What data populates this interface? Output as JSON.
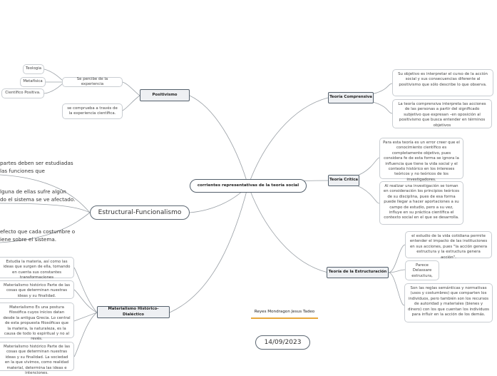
{
  "center": {
    "label": "corrientes representativas de la teoría social"
  },
  "author": "Reyes Mondragon Jesus Tadeo",
  "date": "14/09/2023",
  "positivismo": {
    "label": "Positivismo",
    "experiencia": "Se percibe de la experiencia",
    "teologia": "Teologia",
    "metafisica": "Metafísica",
    "cientifico": "Científico Positiva.",
    "comprueba": "se comprueba a través de la experiencia científica."
  },
  "estructural": {
    "label": "Estructural-Funcionalismo",
    "text1a": "partes deben ser estudiadas",
    "text1b": "las funciones que",
    "text2a": "lguna de ellas sufre algún",
    "text2b": "do el sistema se ve afectado.",
    "text3a": "efecto que cada costumbre o",
    "text3b": "iene sobre el sistema."
  },
  "materialismo": {
    "label": "Materialismo Histórico-Dialéctico",
    "t1": "Estudia la materia, así como las ideas que surgen de ella, tomando en cuenta sus constantes transformaciones",
    "t2": "Materialismo histórico Parte de las cosas que determinan nuestras ideas y su finalidad.",
    "t3": "Materialismo Es una postura filosófica cuyos inicios datan desde la antigua Grecia. Lo central de esta propuesta filosóficas que la materia, la naturaleza, es la causa de todo lo espiritual y no al revés.",
    "t4": "Materialismo histórico Parte de las cosas que determinan nuestras ideas y su finalidad. La sociedad en la que vivimos, como realidad material, determina las ideas e intenciones."
  },
  "comprensiva": {
    "label": "Teoría Comprensiva",
    "t1": "Su objetivo es interpretar el curso de la acción social y sus consecuencias diferente al positivismo que sólo describe lo que observa.",
    "t2": "La teoría comprensiva interpreta las acciones de las personas a partir del significado subjetivo que expresan –en oposición al positivismo que busca entender en términos objetivos"
  },
  "critica": {
    "label": "Teoría Crítica",
    "t1": "Para esta teoría es un error creer que el conocimiento científico es completamente objetivo, pues considera fe de esta forma se ignora la influencia que tiene la vida social y el contexto histórico en los intereses teóricos y no teóricos de los investigadores.",
    "t2": "Al realizar una investigación se toman en consideración los principios teóricos de su disciplina, pues de esa forma puede llegar a hacer aportaciones a su campo de estudio, pero a su vez, influye en su práctica científica el contexto social en el que se desarrolla."
  },
  "estructuracion": {
    "label": "Teoría de la Estructuración",
    "t1": "el estudio de la vida cotidiana permite entender el impacto de las instituciones en sus acciones, pues \"la acción genera estructura y la estructura genera acción\".",
    "t2": "Parece Delassare estructura,",
    "t3": "Son las reglas semánticas y normativas (usos y costumbres) que comparten los individuos, pero también son los recursos de autoridad y materiales (bienes y dinero) con los que cuentan los individuos para influir en la acción de los demás."
  }
}
